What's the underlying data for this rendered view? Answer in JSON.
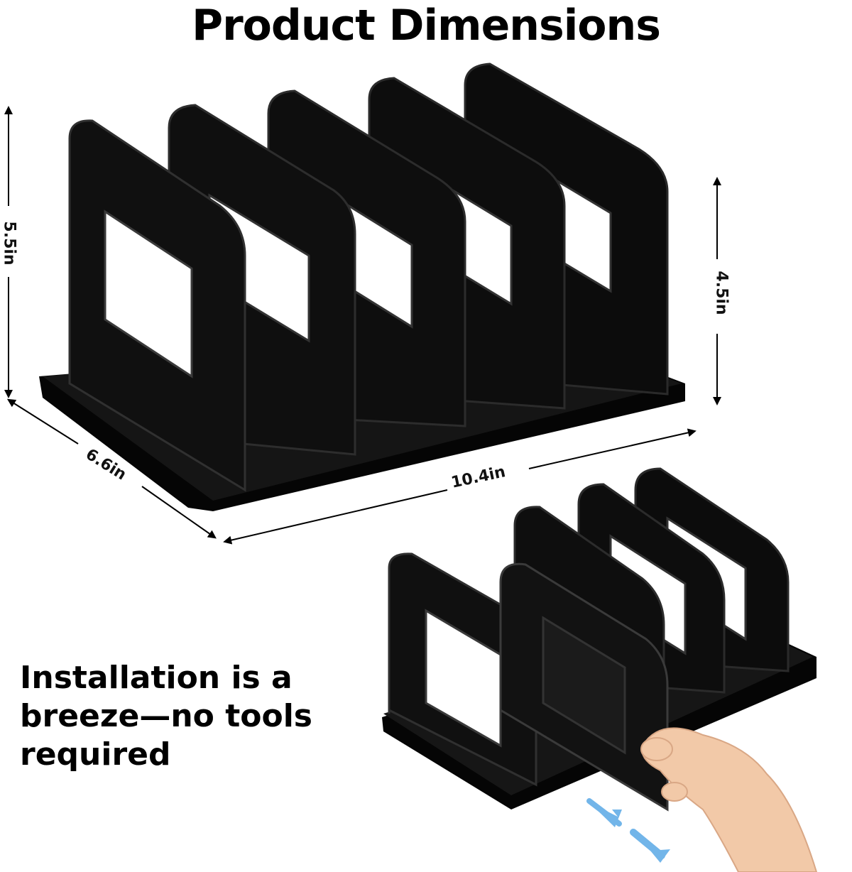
{
  "heading": "Product Dimensions",
  "dimensions": {
    "height_total": "5.5in",
    "height_divider": "4.5in",
    "depth": "6.6in",
    "width": "10.4in"
  },
  "caption": "Installation is a breeze—no tools required",
  "colors": {
    "product": "#0a0a0a",
    "highlight": "#3a3a3a",
    "arrow_hint": "#5aa9e6",
    "skin": "#f2c9a8"
  },
  "icons": [
    "arrow-dimension-icon",
    "slide-direction-icon"
  ]
}
